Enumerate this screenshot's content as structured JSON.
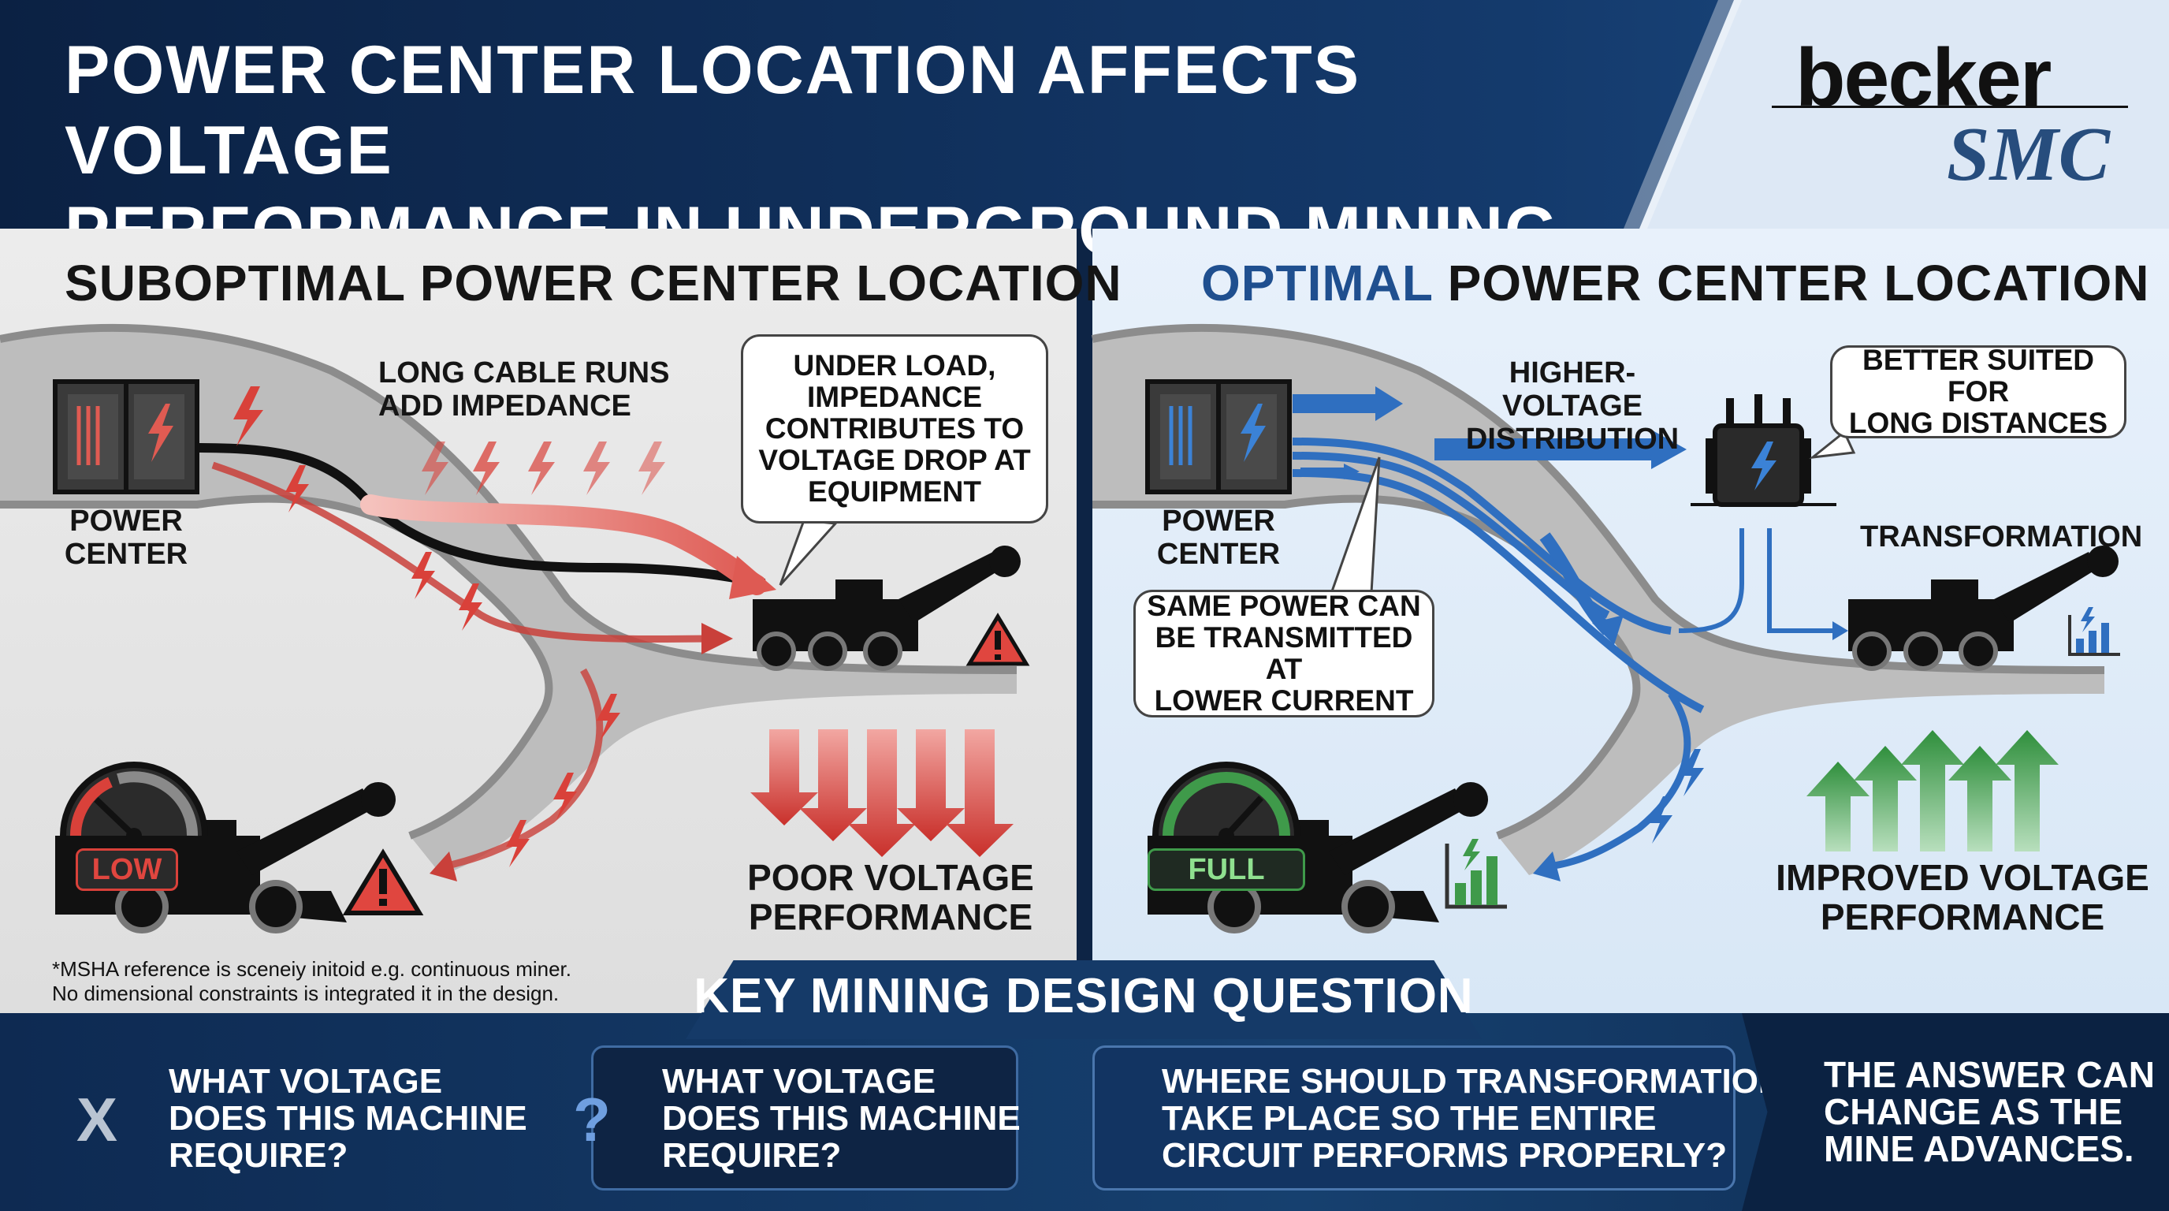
{
  "header": {
    "title_line1": "POWER CENTER LOCATION AFFECTS VOLTAGE",
    "title_line2": "PERFORMANCE IN UNDERGROUND MINING",
    "logo_word": "becker",
    "logo_sub": "SMC"
  },
  "left": {
    "title": "SUBOPTIMAL POWER CENTER LOCATION",
    "power_center_label_1": "POWER",
    "power_center_label_2": "CENTER",
    "cable_label_1": "LONG CABLE RUNS",
    "cable_label_2": "ADD IMPEDANCE",
    "bubble_lines": [
      "UNDER LOAD,",
      "IMPEDANCE",
      "CONTRIBUTES TO",
      "VOLTAGE DROP AT",
      "EQUIPMENT"
    ],
    "gauge_label": "LOW",
    "result_1": "POOR VOLTAGE",
    "result_2": "PERFORMANCE",
    "note_1": "*MSHA reference is sceneiy initoid e.g. continuous miner.",
    "note_2": "No dimensional constraints is integrated it in the design."
  },
  "right": {
    "title_highlight": "OPTIMAL",
    "title_rest": " POWER CENTER LOCATION",
    "power_center_label_1": "POWER",
    "power_center_label_2": "CENTER",
    "distribution_1": "HIGHER-VOLTAGE",
    "distribution_2": "DISTRIBUTION",
    "bubble_top_1": "BETTER SUITED FOR",
    "bubble_top_2": "LONG DISTANCES",
    "transformation": "TRANSFORMATION",
    "bubble_mid_1": "SAME POWER CAN",
    "bubble_mid_2": "BE TRANSMITTED AT",
    "bubble_mid_3": "LOWER CURRENT",
    "gauge_label": "FULL",
    "result_1": "IMPROVED VOLTAGE",
    "result_2": "PERFORMANCE"
  },
  "bottom": {
    "key_title": "KEY MINING DESIGN QUESTION",
    "q1_lines": [
      "WHAT VOLTAGE",
      "DOES THIS MACHINE",
      "REQUIRE?"
    ],
    "q2_lines": [
      "WHAT VOLTAGE",
      "DOES THIS MACHINE",
      "REQUIRE?"
    ],
    "q3_lines": [
      "WHERE SHOULD TRANSFORMATION",
      "TAKE PLACE SO THE ENTIRE",
      "CIRCUIT PERFORMS PROPERLY?"
    ],
    "answer_lines": [
      "THE ANSWER CAN",
      "CHANGE AS THE",
      "MINE ADVANCES."
    ],
    "q1_icon": "X",
    "q2_icon": "?"
  },
  "colors": {
    "navy": "#0d2445",
    "red": "#d9413a",
    "blue": "#2f6fc0",
    "green": "#3f9a4a",
    "tunnel": "#bdbdbd"
  }
}
